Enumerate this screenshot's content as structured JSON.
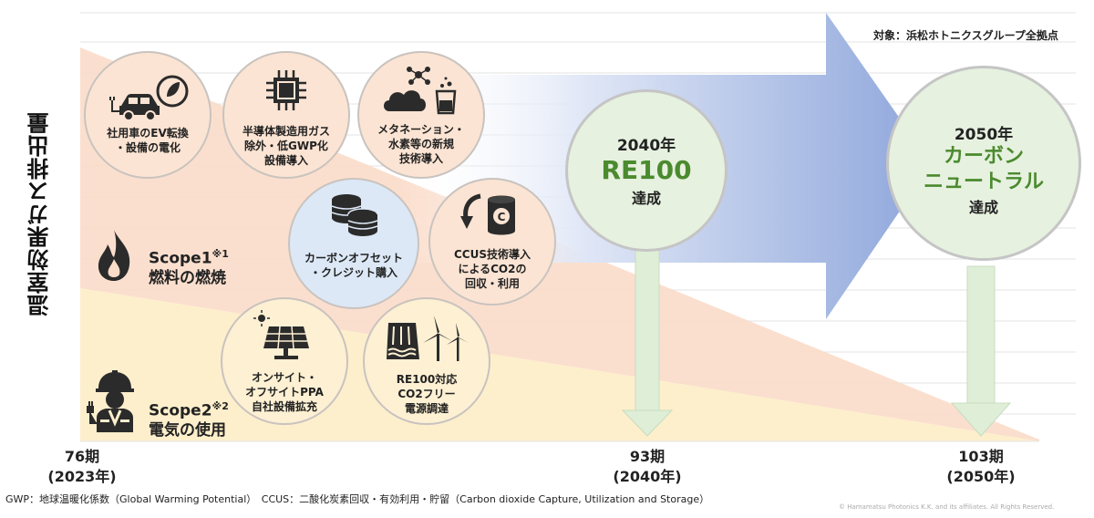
{
  "y_axis_label": "温室効果ガス排出量",
  "target_note": "対象：浜松ホトニクスグループ全拠点",
  "scope1": {
    "title": "Scope1",
    "mark": "※1",
    "subtitle": "燃料の燃焼"
  },
  "scope2": {
    "title": "Scope2",
    "mark": "※2",
    "subtitle": "電気の使用"
  },
  "measures": [
    {
      "text": "社用車のEV転換\n・設備の電化",
      "icon": "ev-car-icon"
    },
    {
      "text": "半導体製造用ガス\n除外・低GWP化\n設備導入",
      "icon": "chip-icon"
    },
    {
      "text": "メタネーション・\n水素等の新規\n技術導入",
      "icon": "molecule-cloud-icon"
    },
    {
      "text": "カーボンオフセット\n・クレジット購入",
      "icon": "coins-icon"
    },
    {
      "text": "CCUS技術導入\nによるCO2の\n回収・利用",
      "icon": "co2-capture-icon"
    },
    {
      "text": "オンサイト・\nオフサイトPPA\n自社設備拡充",
      "icon": "solar-panel-icon"
    },
    {
      "text": "RE100対応\nCO2フリー\n電源調達",
      "icon": "hydro-wind-icon"
    }
  ],
  "goal_2040": {
    "year": "2040年",
    "main": "RE100",
    "status": "達成"
  },
  "goal_2050": {
    "year": "2050年",
    "line1": "カーボン",
    "line2": "ニュートラル",
    "status": "達成"
  },
  "x_ticks": [
    {
      "period": "76期",
      "year": "(2023年)"
    },
    {
      "period": "93期",
      "year": "(2040年)"
    },
    {
      "period": "103期",
      "year": "(2050年)"
    }
  ],
  "footnote": "GWP：地球温暖化係数（Global Warming Potential）　CCUS：二酸化炭素回収・有効利用・貯留（Carbon dioxide Capture, Utilization and Storage）",
  "copyright": "© Hamamatsu Photonics K.K. and its affiliates. All Rights Reserved.",
  "colors": {
    "scope1_area": "#fbd9c4",
    "scope2_area": "#fdeec8",
    "arrow_blue": "#8fa8dc",
    "goal_green": "#4b8a2e",
    "down_arrow": "#dfeed7"
  }
}
